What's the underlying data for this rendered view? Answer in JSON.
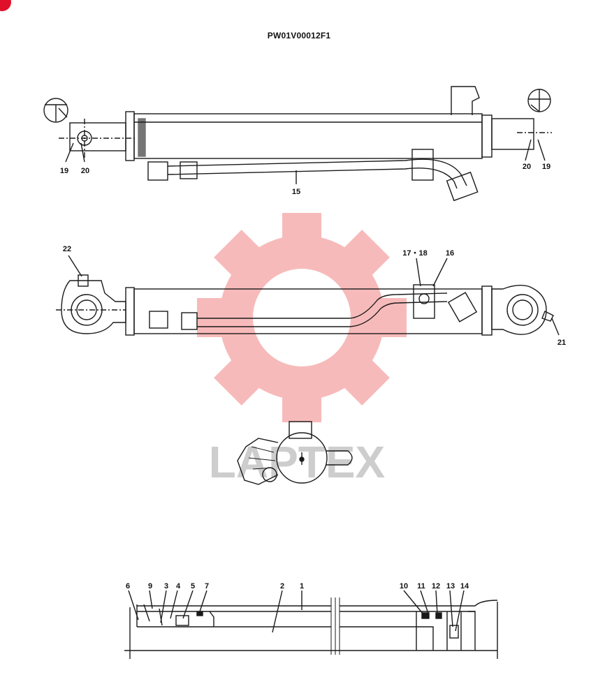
{
  "document": {
    "code": "PW01V00012F1"
  },
  "watermark": {
    "text": "LAPTEX",
    "gear_color": "#f5a3a3",
    "text_color": "#bdbdbd"
  },
  "colors": {
    "line": "#1a1a1a",
    "accent": "#e0102a"
  },
  "views": {
    "top": {
      "labels": [
        "19",
        "20",
        "15",
        "20",
        "19"
      ]
    },
    "middle": {
      "labels": [
        "22",
        "17・18",
        "16",
        "21"
      ]
    },
    "section": {
      "labels": [
        "6",
        "9",
        "3",
        "4",
        "5",
        "7",
        "2",
        "1",
        "10",
        "11",
        "12",
        "13",
        "14"
      ]
    }
  }
}
